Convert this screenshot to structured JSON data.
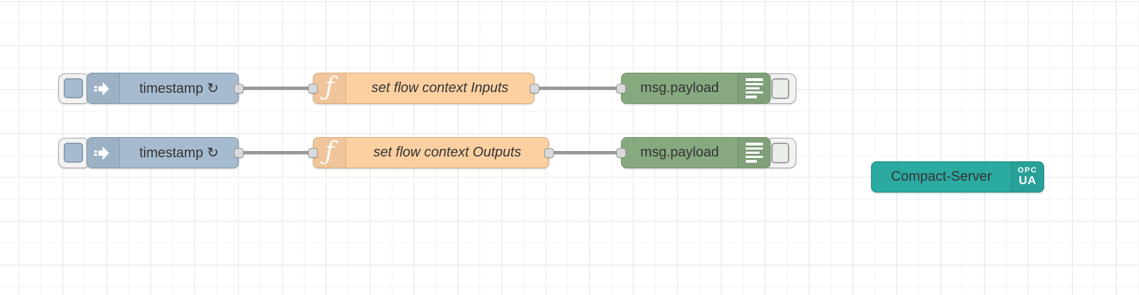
{
  "nodes": {
    "inject1": {
      "label": "timestamp ↻"
    },
    "function1": {
      "label": "set flow context Inputs"
    },
    "debug1": {
      "label": "msg.payload"
    },
    "inject2": {
      "label": "timestamp ↻"
    },
    "function2": {
      "label": "set flow context Outputs"
    },
    "debug2": {
      "label": "msg.payload"
    },
    "server1": {
      "label": "Compact-Server",
      "badge_top": "OPC",
      "badge_bottom": "UA"
    }
  },
  "icons": {
    "function_glyph": "ƒ",
    "inject_icon": "arrow-right-inject",
    "debug_icon": "console-lines",
    "server_icon": "opc-ua-badge"
  },
  "colors": {
    "inject_node": "#a6bbcf",
    "function_node": "#fdd0a2",
    "debug_node": "#87a980",
    "server_node": "#2baaa1",
    "wire": "#999999",
    "port_fill": "#d9d9d9",
    "label_text": "#333333",
    "grid_line": "#eeeeee"
  }
}
